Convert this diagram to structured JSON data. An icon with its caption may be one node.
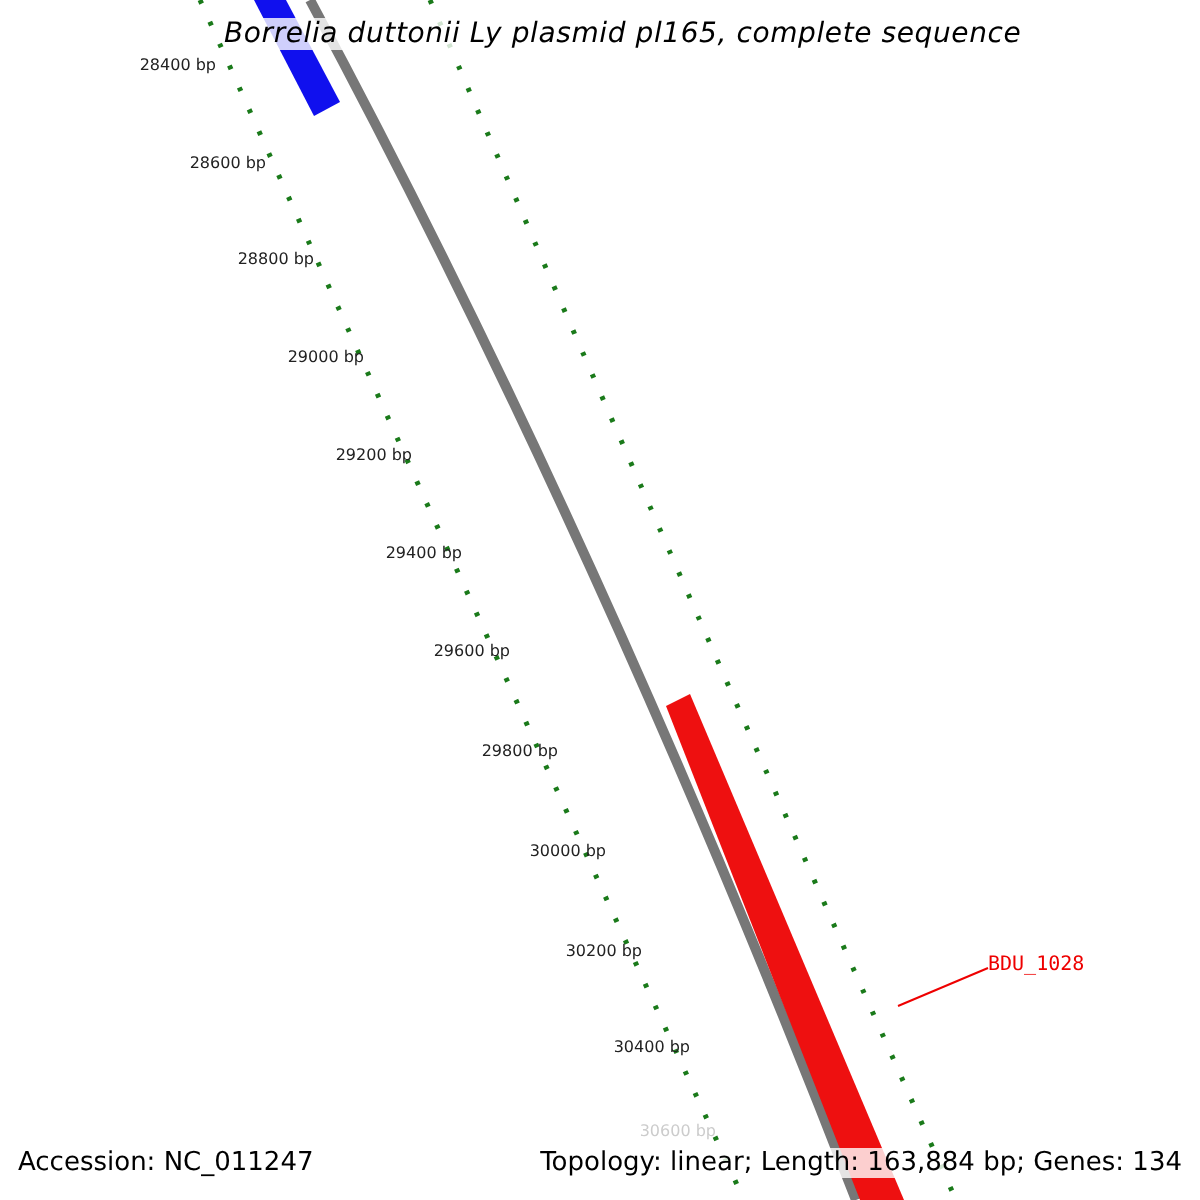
{
  "diagram": {
    "title": "Borrelia duttonii Ly plasmid pl165, complete sequence",
    "nodes": [
      {
        "text": [],
        "shape": "bar"
      },
      {
        "text": [],
        "shape": "bar"
      },
      {
        "text": [
          "BDU_1028"
        ]
      }
    ],
    "edges": [
      {
        "from": 2,
        "to": 1,
        "arrow": "none"
      }
    ],
    "labels": [
      "28400 bp",
      "28600 bp",
      "28800 bp",
      "29000 bp",
      "29200 bp",
      "29400 bp",
      "29600 bp",
      "29800 bp",
      "30000 bp",
      "30200 bp",
      "30400 bp",
      "30600 bp",
      "Accession: NC_011247",
      "Topology: linear; Length: 163,884 bp; Genes: 134"
    ]
  }
}
